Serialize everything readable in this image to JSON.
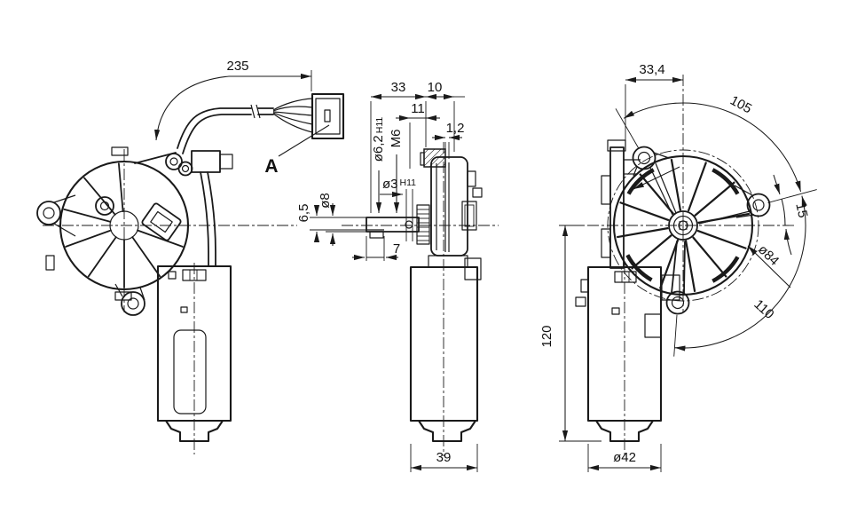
{
  "drawing": {
    "title": "wiper-motor-dimensional-drawing",
    "colors": {
      "background": "#ffffff",
      "line": "#1a1a1a"
    },
    "front_view": {
      "cable_length": "235",
      "detail_label": "A"
    },
    "side_view": {
      "d33": "33",
      "d10": "10",
      "d11": "11",
      "d1_2": "1,2",
      "d6_2": "ø6,2",
      "d6_2_tol": "H11",
      "m6": "M6",
      "d3": "ø3",
      "d3_tol": "H11",
      "d8": "ø8",
      "d6_5": "6,5",
      "d7": "7",
      "d39": "39"
    },
    "rear_view": {
      "d33_4": "33,4",
      "a105": "105",
      "a15": "15",
      "d84": "ø84",
      "a110": "110",
      "d120": "120",
      "d42": "ø42"
    }
  }
}
